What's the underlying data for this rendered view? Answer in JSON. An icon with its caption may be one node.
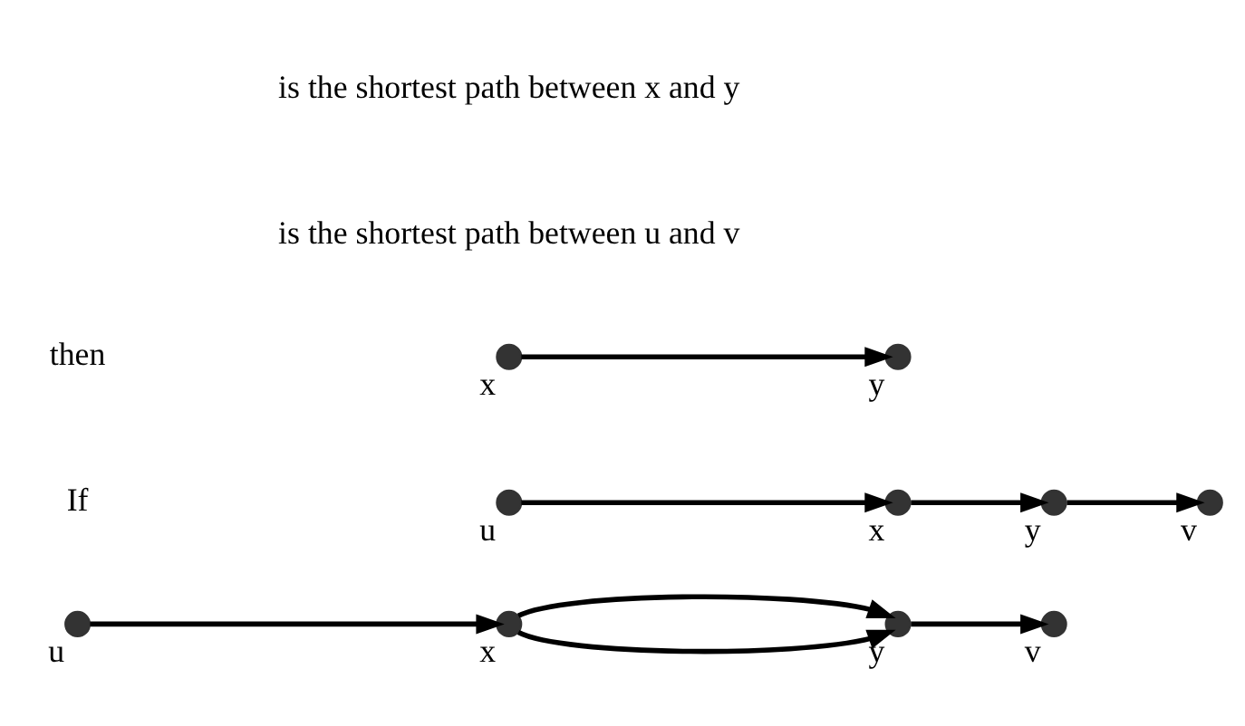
{
  "diagram": {
    "nodes": [
      {
        "text": [],
        "shape": "circle",
        "beside": [
          "u"
        ]
      },
      {
        "text": [],
        "shape": "circle",
        "beside": [
          "x"
        ]
      },
      {
        "text": [],
        "shape": "circle",
        "beside": [
          "y"
        ]
      },
      {
        "text": [],
        "shape": "circle",
        "beside": [
          "v"
        ]
      },
      {
        "text": [],
        "shape": "circle",
        "beside": [
          "u"
        ]
      },
      {
        "text": [],
        "shape": "circle",
        "beside": [
          "x"
        ]
      },
      {
        "text": [],
        "shape": "circle",
        "beside": [
          "y"
        ]
      },
      {
        "text": [],
        "shape": "circle",
        "beside": [
          "v"
        ]
      },
      {
        "text": [],
        "shape": "circle",
        "beside": [
          "x"
        ]
      },
      {
        "text": [],
        "shape": "circle",
        "beside": [
          "y"
        ]
      }
    ],
    "edges": [
      {
        "from": 0,
        "to": 1,
        "arrow": "to"
      },
      {
        "from": 1,
        "to": 2,
        "arrow": "to"
      },
      {
        "from": 1,
        "to": 2,
        "arrow": "to"
      },
      {
        "from": 2,
        "to": 3,
        "arrow": "to"
      },
      {
        "from": 4,
        "to": 5,
        "arrow": "to"
      },
      {
        "from": 5,
        "to": 6,
        "arrow": "to"
      },
      {
        "from": 6,
        "to": 7,
        "arrow": "to"
      },
      {
        "from": 8,
        "to": 9,
        "arrow": "to"
      }
    ],
    "labels": [
      "If",
      "is the shortest path between u and v",
      "then",
      "is the shortest path between x and y"
    ]
  }
}
